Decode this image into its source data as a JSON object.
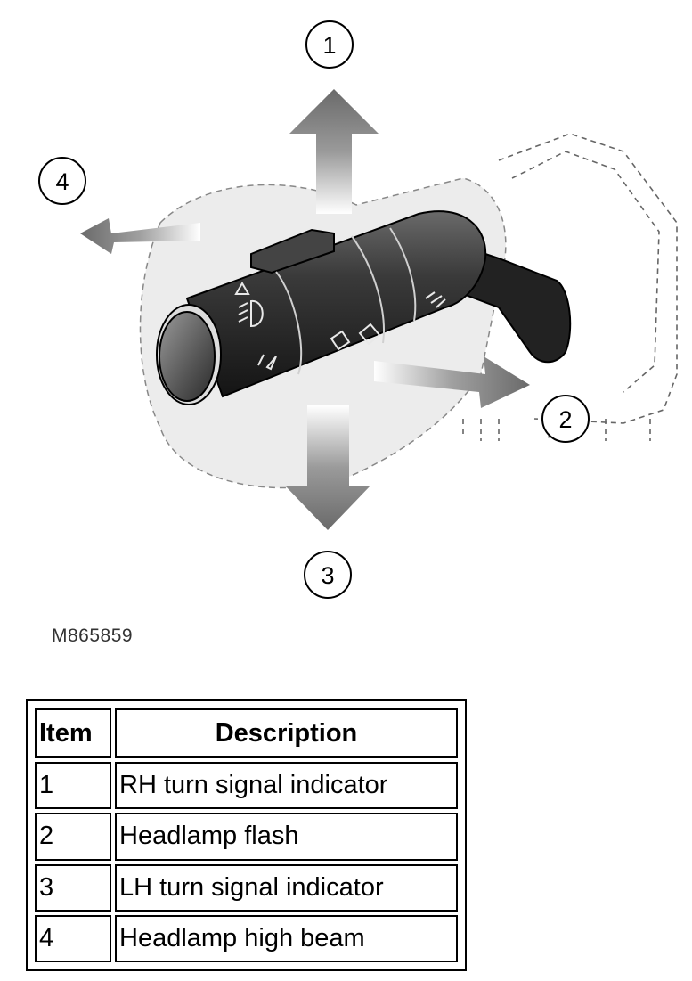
{
  "figure": {
    "callouts": [
      "1",
      "2",
      "3",
      "4"
    ],
    "image_id": "M865859"
  },
  "legend": {
    "headers": {
      "item": "Item",
      "description": "Description"
    },
    "rows": [
      {
        "item": "1",
        "description": "RH turn signal indicator"
      },
      {
        "item": "2",
        "description": "Headlamp flash"
      },
      {
        "item": "3",
        "description": "LH turn signal indicator"
      },
      {
        "item": "4",
        "description": "Headlamp high beam"
      }
    ]
  }
}
